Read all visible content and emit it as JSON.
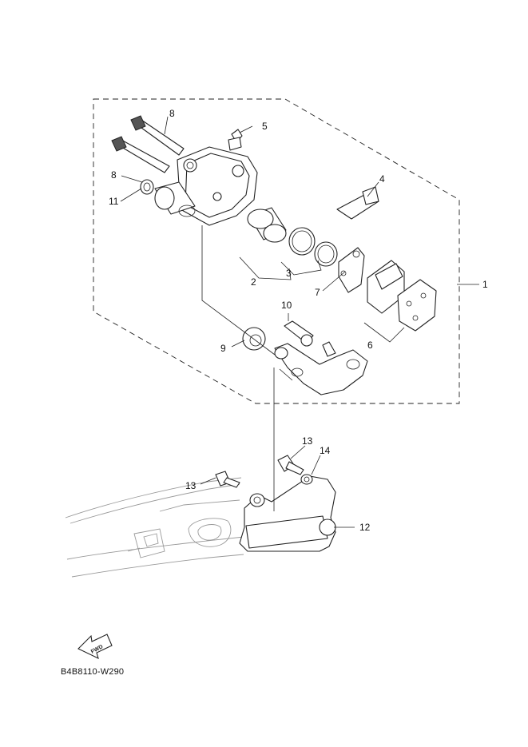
{
  "diagram": {
    "callouts": {
      "c1": "1",
      "c2": "2",
      "c3": "3",
      "c4": "4",
      "c5": "5",
      "c6": "6",
      "c7": "7",
      "c8a": "8",
      "c8b": "8",
      "c9": "9",
      "c10": "10",
      "c11": "11",
      "c12": "12",
      "c13a": "13",
      "c13b": "13",
      "c14": "14"
    },
    "fwd_label": "FWD",
    "drawing_code": "B4B8110-W290"
  }
}
